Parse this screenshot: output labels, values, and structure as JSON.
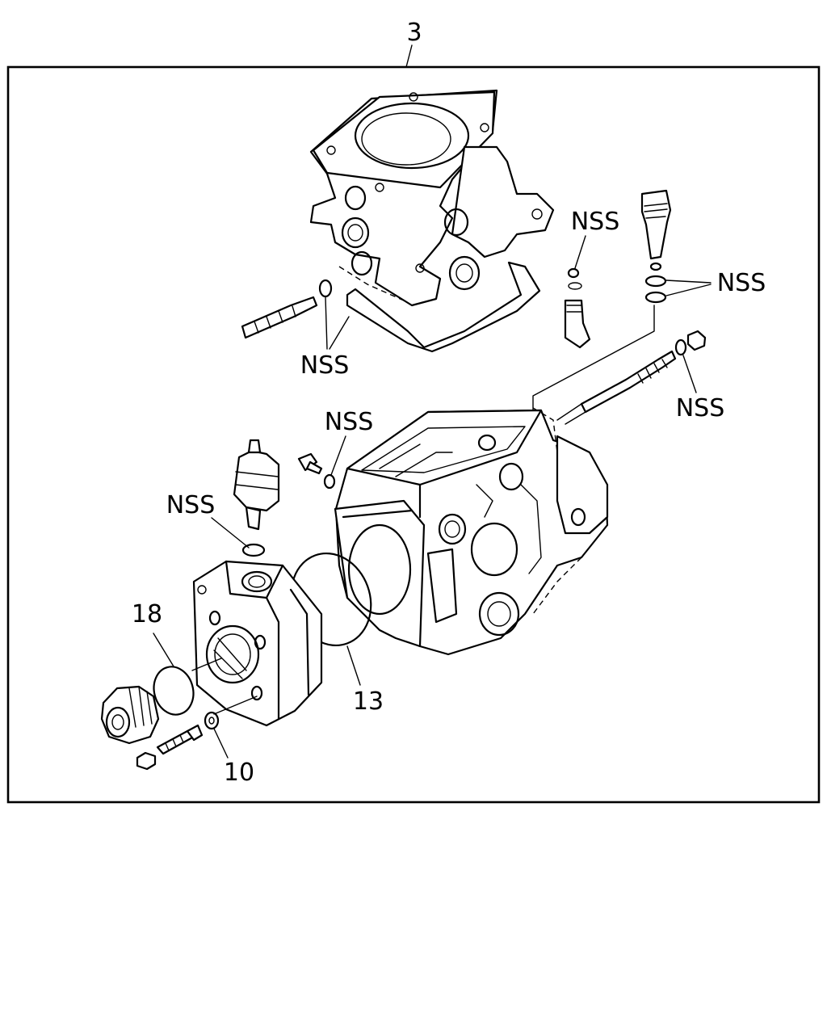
{
  "diagram": {
    "frame_callout": "3",
    "callouts": {
      "nss_top_left": "NSS",
      "nss_top_middle": "NSS",
      "nss_top_right": "NSS",
      "nss_right": "NSS",
      "nss_middle": "NSS",
      "nss_left": "NSS",
      "part_18": "18",
      "part_13": "13",
      "part_10": "10"
    }
  }
}
